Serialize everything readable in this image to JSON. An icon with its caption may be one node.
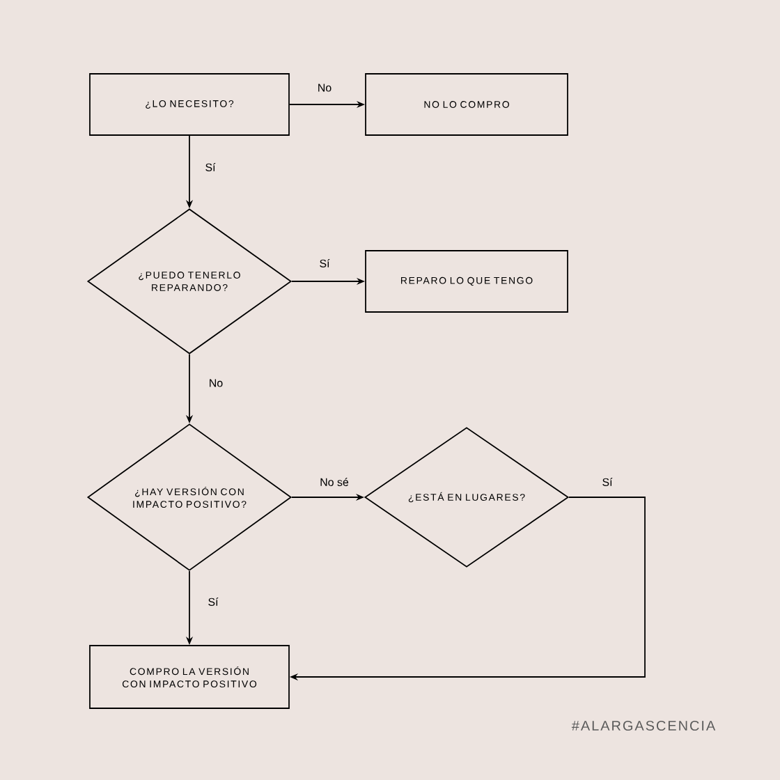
{
  "diagram": {
    "nodes": [
      {
        "text": [
          "¿LO NECESITO?"
        ]
      },
      {
        "text": [
          "NO LO COMPRO"
        ]
      },
      {
        "text": [
          "¿PUEDO TENERLO REPARANDO?"
        ]
      },
      {
        "text": [
          "REPARO LO QUE TENGO"
        ]
      },
      {
        "text": [
          "¿HAY VERSIÓN CON IMPACTO POSITIVO?"
        ]
      },
      {
        "text": [
          "¿ESTÁ EN LUGARES?"
        ]
      },
      {
        "text": [
          "COMPRO LA VERSIÓN CON IMPACTO POSITIVO"
        ]
      }
    ],
    "edges": [
      {
        "from": 0,
        "to": 1,
        "arrow": "to",
        "label": "No"
      },
      {
        "from": 0,
        "to": 2,
        "arrow": "to",
        "label": "Sí"
      },
      {
        "from": 2,
        "to": 3,
        "arrow": "to",
        "label": "Sí"
      },
      {
        "from": 2,
        "to": 4,
        "arrow": "to",
        "label": "No"
      },
      {
        "from": 4,
        "to": 5,
        "arrow": "to",
        "label": "No sé"
      },
      {
        "from": 4,
        "to": 6,
        "arrow": "to",
        "label": "Sí"
      },
      {
        "from": 5,
        "to": 6,
        "arrow": "to",
        "label": "Sí"
      }
    ],
    "labels": [
      "#ALARGASCENCIA"
    ]
  }
}
